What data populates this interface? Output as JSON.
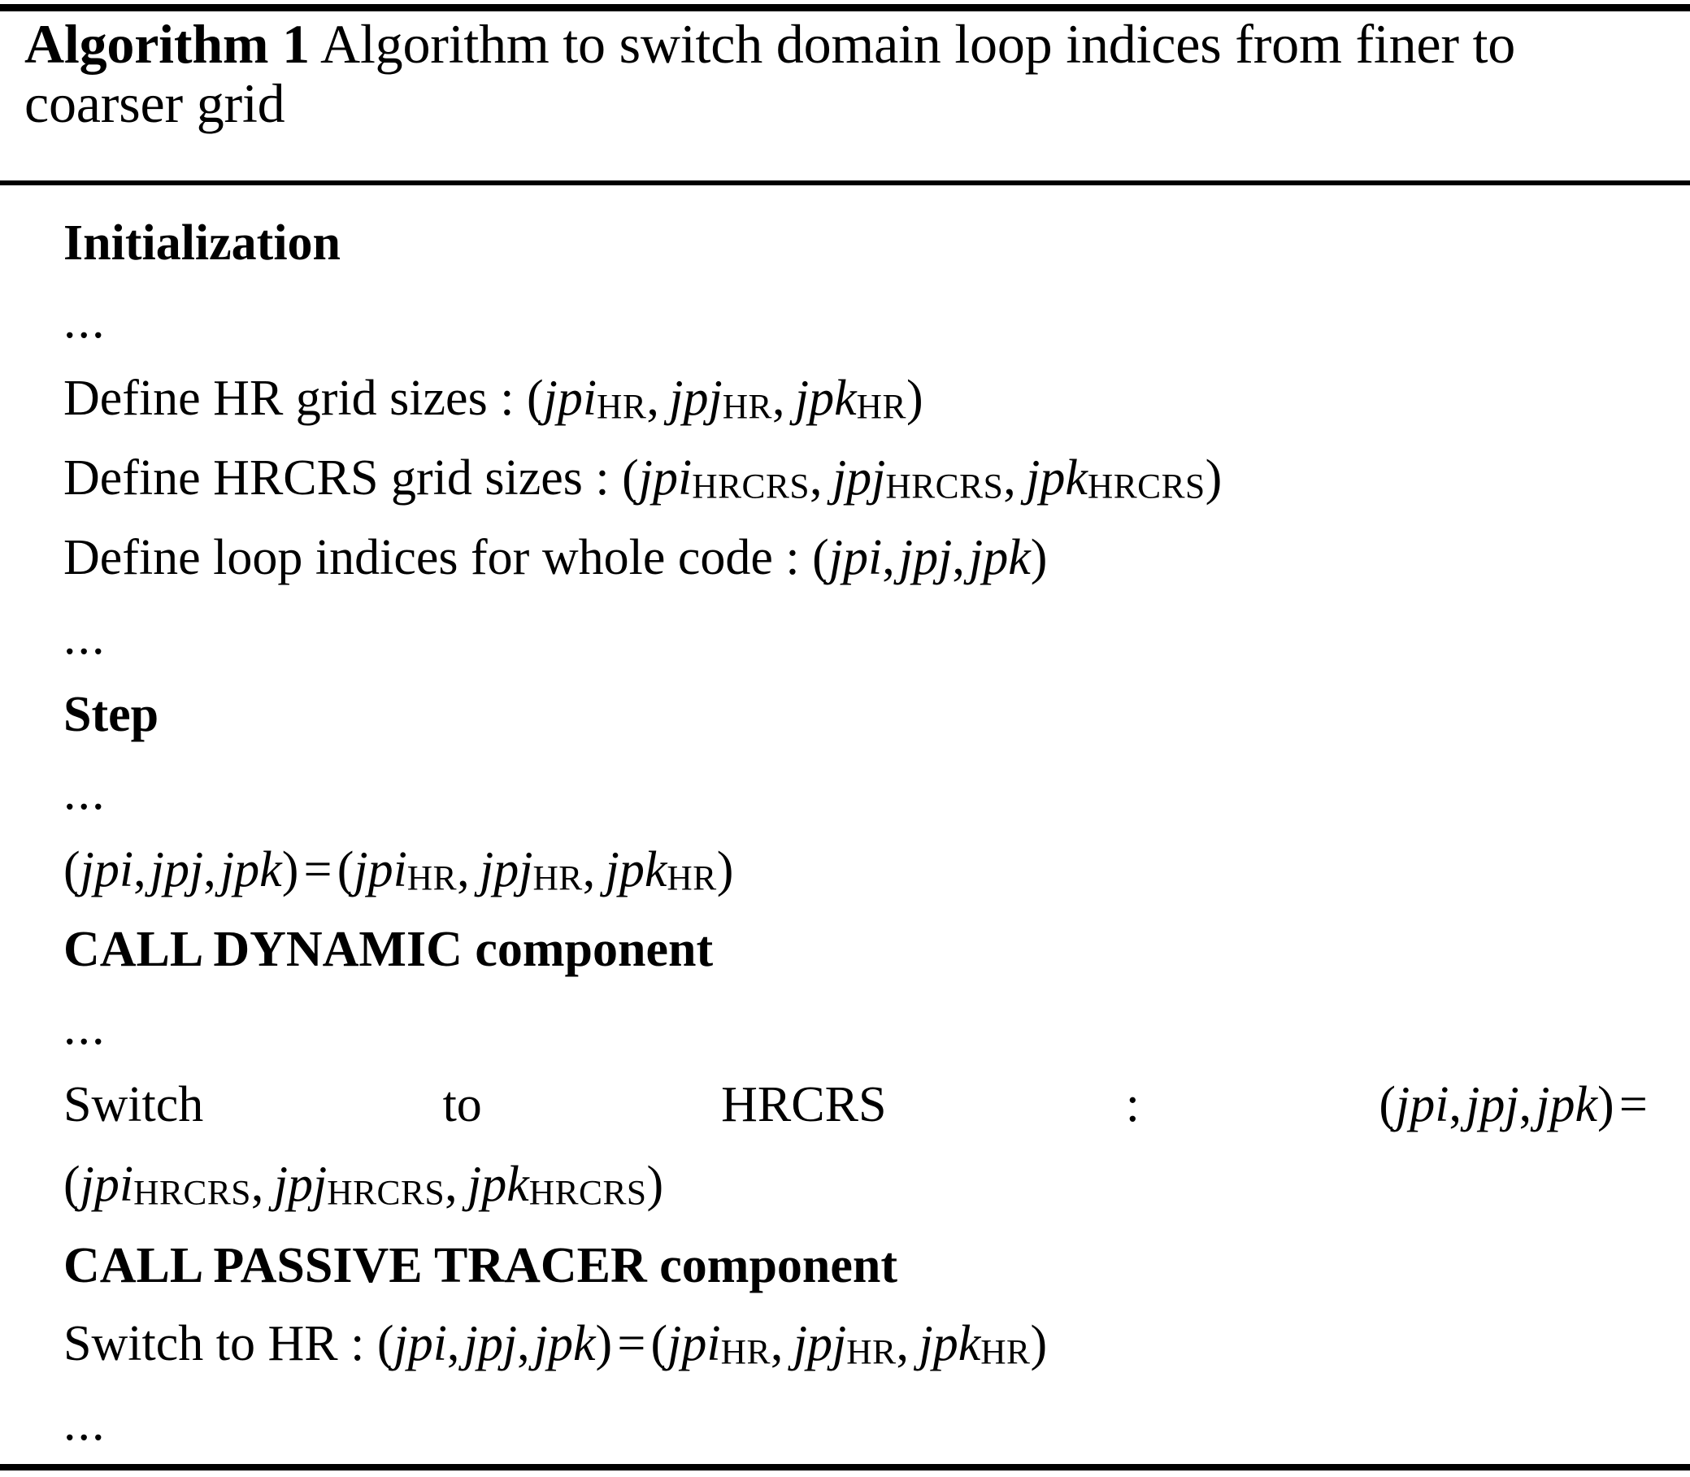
{
  "header": {
    "label": "Algorithm 1",
    "caption": "Algorithm to switch domain loop indices from finer to coarser grid"
  },
  "body": {
    "ellipsis": "...",
    "heading_initialization": "Initialization",
    "heading_step": "Step",
    "define_hr_text": "Define HR grid sizes : ",
    "define_hrcrs_text": "Define HRCRS grid sizes : ",
    "define_loop_text": "Define loop indices for whole code : ",
    "call_dynamic": "CALL DYNAMIC component",
    "call_passive_tracer": "CALL PASSIVE TRACER component",
    "switch_hrcrs_words": [
      "Switch",
      "to",
      "HRCRS",
      ":"
    ],
    "switch_hr_text": "Switch to HR : ",
    "vars": {
      "jpi": "jpi",
      "jpj": "jpj",
      "jpk": "jpk",
      "jp": "jp",
      "i": "i",
      "j": "j",
      "k": "k"
    },
    "subscripts": {
      "hr": "HR",
      "hrcrs": "HRCRS"
    },
    "symbols": {
      "open_paren": "(",
      "close_paren": ")",
      "comma": ",",
      "equals": "=",
      "colon": ":",
      "space": " "
    }
  }
}
